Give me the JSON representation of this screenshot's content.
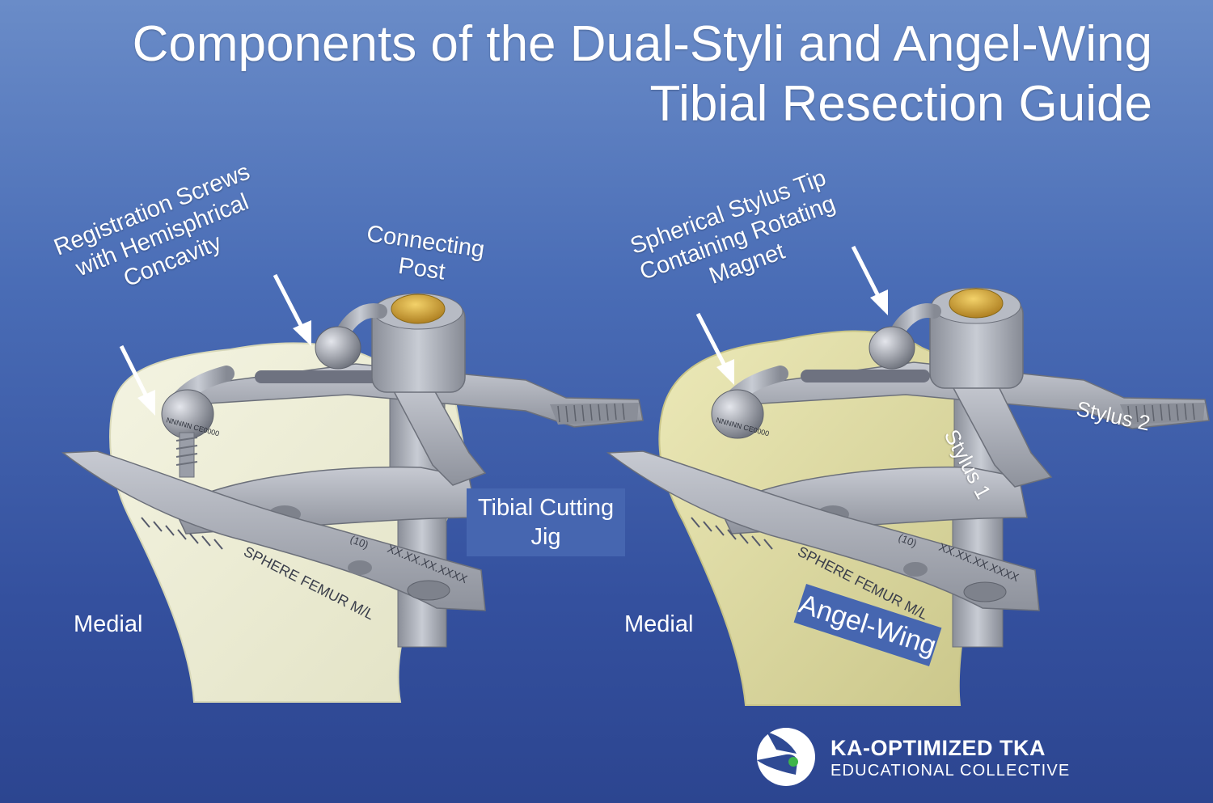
{
  "title": {
    "line1": "Components of the Dual-Styli and Angel-Wing",
    "line2": "Tibial Resection Guide"
  },
  "labels": {
    "registration_screws": [
      "Registration Screws",
      "with Hemisphrical",
      "Concavity"
    ],
    "connecting_post": [
      "Connecting",
      "Post"
    ],
    "spherical_tip": [
      "Spherical Stylus Tip",
      "Containing Rotating",
      "Magnet"
    ],
    "tibial_jig": [
      "Tibial Cutting",
      "Jig"
    ],
    "angel_wing": "Angel-Wing",
    "stylus_1": "Stylus 1",
    "stylus_2": "Stylus 2",
    "medial_left": "Medial",
    "medial_right": "Medial"
  },
  "engraving": {
    "guide_text": "SPHERE FEMUR M/L",
    "part_code": "XX.XX.XX.XXXX",
    "rev": "(10)",
    "screw_code": "NNNNN CE0000"
  },
  "logo": {
    "line1": "KA-OPTIMIZED TKA",
    "line2": "EDUCATIONAL COLLECTIVE"
  },
  "colors": {
    "bone_left": "#eeeed4",
    "bone_right": "#dedb9e",
    "metal": "#a4a8b2",
    "brass_cap": "#d8a82e",
    "label_box": "#4666b0"
  }
}
